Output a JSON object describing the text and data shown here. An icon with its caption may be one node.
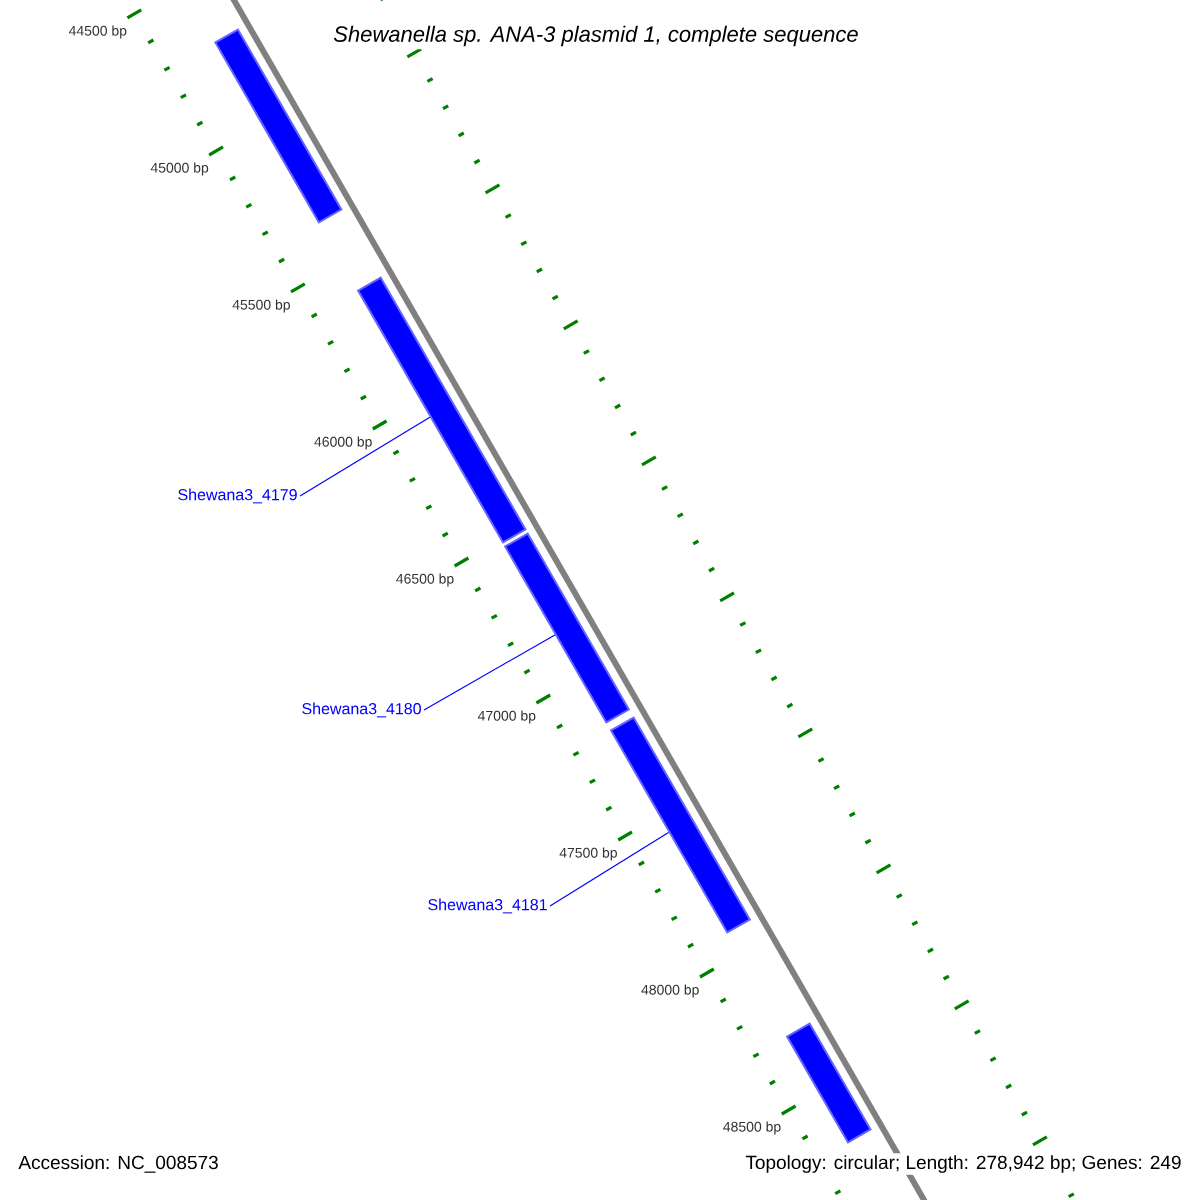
{
  "diagram": {
    "title": "Shewanella sp. ANA-3 plasmid 1, complete sequence",
    "nodes": [
      {
        "text": [],
        "shape": "bar"
      },
      {
        "text": [],
        "shape": "bar"
      },
      {
        "text": [],
        "shape": "bar"
      },
      {
        "text": [],
        "shape": "bar"
      },
      {
        "text": [],
        "shape": "bar"
      },
      {
        "text": [
          "Shewana3_4179"
        ]
      },
      {
        "text": [
          "Shewana3_4180"
        ]
      },
      {
        "text": [
          "Shewana3_4181"
        ]
      }
    ],
    "edges": [
      {
        "from": 5,
        "to": 1,
        "arrow": "none"
      },
      {
        "from": 6,
        "to": 2,
        "arrow": "none"
      },
      {
        "from": 7,
        "to": 3,
        "arrow": "none"
      }
    ],
    "labels": [
      "44500 bp",
      "45000 bp",
      "45500 bp",
      "46000 bp",
      "46500 bp",
      "47000 bp",
      "47500 bp",
      "48000 bp",
      "48500 bp",
      "Accession: NC_008573",
      "Topology: circular; Length: 278,942 bp; Genes: 249"
    ]
  }
}
